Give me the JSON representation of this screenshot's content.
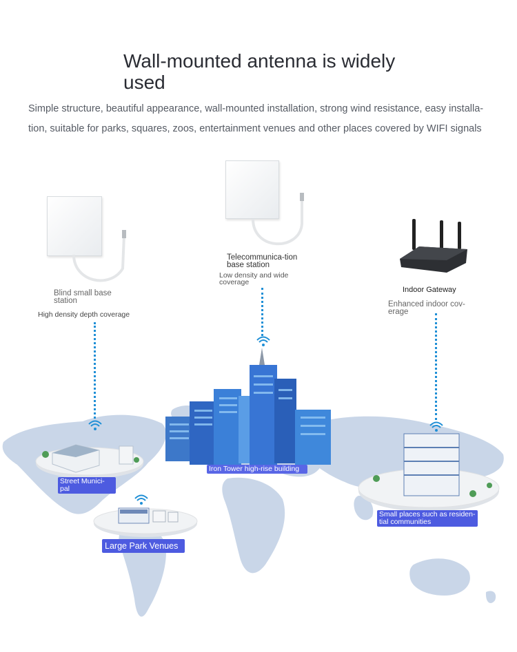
{
  "header": {
    "title": "Wall-mounted antenna is widely used",
    "description": "Simple structure, beautiful appearance, wall-mounted installation, strong wind resistance, easy installa-tion, suitable for parks, squares, zoos, entertainment venues and other places covered by WIFI signals"
  },
  "devices": {
    "left": {
      "name": "Blind small base station",
      "feature": "High density depth coverage"
    },
    "center": {
      "name": "Telecommunica-tion base station",
      "feature": "Low density and wide coverage"
    },
    "right": {
      "name": "Indoor Gateway",
      "feature": "Enhanced indoor cov-erage"
    }
  },
  "venues": {
    "street": "Street Munici-pal",
    "park": "Large Park Venues",
    "tower": "Iron Tower high-rise building",
    "residential": "Small places such as residen-tial communities"
  },
  "colors": {
    "accent": "#4d5be0",
    "signal": "#1f8fd6",
    "map": "#c9d6e8"
  }
}
